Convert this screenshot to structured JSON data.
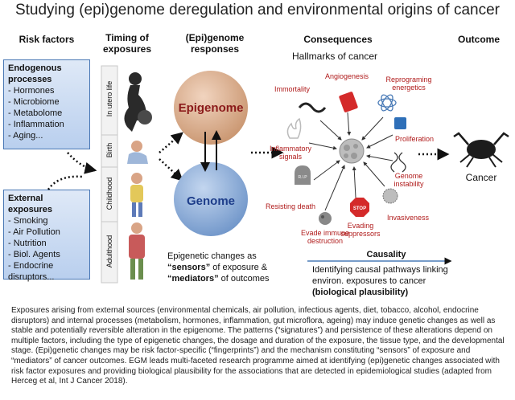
{
  "title": "Studying (epi)genome deregulation and environmental origins of cancer",
  "headers": {
    "risk": "Risk factors",
    "timing": [
      "Timing of",
      "exposures"
    ],
    "responses": [
      "(Epi)genome",
      "responses"
    ],
    "consequences": "Consequences",
    "outcome": "Outcome"
  },
  "endogenous": {
    "title": [
      "Endogenous",
      "processes"
    ],
    "items": [
      "- Hormones",
      "- Microbiome",
      "- Metabolome",
      "- Inflammation",
      "- Aging..."
    ]
  },
  "external": {
    "title": "External exposures",
    "items": [
      "- Smoking",
      "- Air Pollution",
      "- Nutrition",
      "- Biol. Agents",
      "- Endocrine",
      "disruptors..."
    ]
  },
  "stages": [
    "In utero life",
    "Birth",
    "Childhood",
    "Adulthood"
  ],
  "circles": {
    "epigenome": "Epigenome",
    "genome": "Genome"
  },
  "hallmarks_title": "Hallmarks of cancer",
  "hallmarks": {
    "immortality": "Immortality",
    "angiogenesis": "Angiogenesis",
    "reprogramming": [
      "Reprograming",
      "energetics"
    ],
    "inflammatory": [
      "Inflammatory",
      "signals"
    ],
    "proliferation": "Proliferation",
    "genome_instability": [
      "Genome",
      "instability"
    ],
    "resisting_death": "Resisting death",
    "invasiveness": "Invasiveness",
    "evade_immune": [
      "Evade immune",
      "destruction"
    ],
    "evading_suppressors": [
      "Evading",
      "suppressors"
    ]
  },
  "stop_sign": "STOP",
  "rip": "R.I.P",
  "outcome_label": "Cancer",
  "sensors_note": {
    "line1": "Epigenetic changes as",
    "line2_bold": "“sensors”",
    "line2_rest": " of exposure &",
    "line3_bold": "“mediators”",
    "line3_rest": " of outcomes"
  },
  "causality": {
    "title": "Causality",
    "line1": "Identifying causal pathways linking",
    "line2": "environ.  exposures to cancer",
    "line3": "(biological plausibility)"
  },
  "description": "Exposures arising from external sources (environmental chemicals, air pollution, infectious agents, diet, tobacco, alcohol, endocrine disruptors) and internal processes (metabolism, hormones, inflammation, gut microflora, ageing) may induce genetic changes as well as stable and potentially reversible alteration in the epigenome. The patterns (“signatures”) and persistence of these alterations depend on multiple factors, including the type of epigenetic changes, the dosage and duration of the exposure, the tissue type, and the developmental stage. (Epi)genetic changes may be risk factor-specific (“fingerprints”) and the mechanism constituting “sensors” of exposure and “mediators” of cancer outcomes. EGM leads multi-faceted research programme aimed at identifying (epi)genetic changes associated with risk factor exposures and providing biological plausibility for the associations that are detected in epidemiological studies (adapted from Herceg et al, Int J Cancer 2018).",
  "colors": {
    "accent_red": "#b01b1b",
    "box_blue": "#4a78b5",
    "epigenome_fill": "#e2b89a",
    "genome_fill": "#9bb8dc"
  }
}
